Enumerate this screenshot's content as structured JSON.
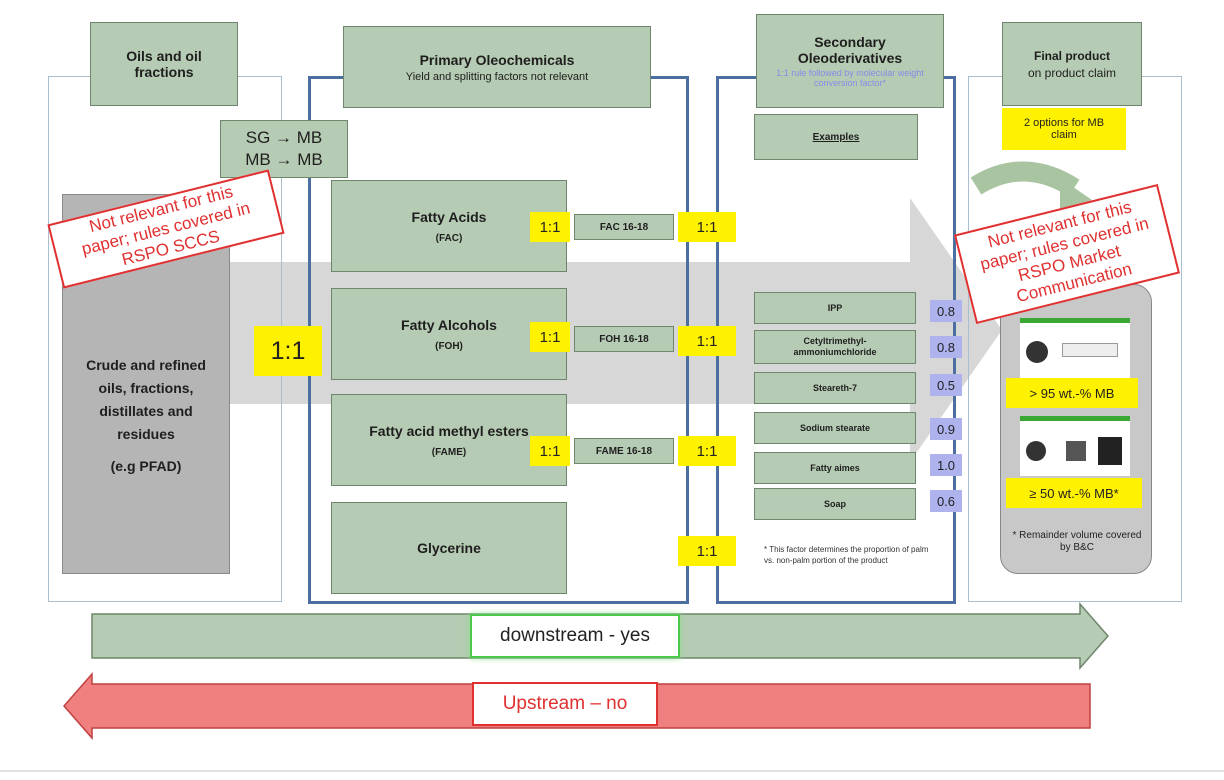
{
  "headers": {
    "oils": "Oils and oil fractions",
    "primary_title": "Primary Oleochemicals",
    "primary_sub": "Yield and splitting factors not relevant",
    "secondary_title": "Secondary Oleoderivatives",
    "secondary_sub": "1:1 rule followed by molecular weight conversion factor*",
    "final_title": "Final product",
    "final_sub": "on product claim"
  },
  "sg_mb": "SG → MB\nMB → MB",
  "not_relevant_left": "Not relevant for this paper; rules covered in RSPO SCCS",
  "not_relevant_right": "Not relevant for this paper; rules covered in RSPO Market Communication",
  "oils_box": {
    "line1": "Crude and refined oils, fractions, distillates and residues",
    "line2": "(e.g PFAD)"
  },
  "ratio_big": "1:1",
  "primary": [
    {
      "name": "Fatty Acids",
      "abbr": "(FAC)",
      "ratio_in": "1:1",
      "chain": "FAC 16-18",
      "ratio_out": "1:1"
    },
    {
      "name": "Fatty Alcohols",
      "abbr": "(FOH)",
      "ratio_in": "1:1",
      "chain": "FOH 16-18",
      "ratio_out": "1:1"
    },
    {
      "name": "Fatty acid methyl esters",
      "abbr": "(FAME)",
      "ratio_in": "1:1",
      "chain": "FAME 16-18",
      "ratio_out": "1:1"
    },
    {
      "name": "Glycerine",
      "abbr": "",
      "ratio_in": "",
      "chain": "",
      "ratio_out": "1:1"
    }
  ],
  "examples_label": "Examples",
  "secondary_items": [
    {
      "name": "IPP",
      "factor": "0.8"
    },
    {
      "name": "Cetyltrimethyl-ammoniumchloride",
      "factor": "0.8"
    },
    {
      "name": "Steareth-7",
      "factor": "0.5"
    },
    {
      "name": "Sodium stearate",
      "factor": "0.9"
    },
    {
      "name": "Fatty aimes",
      "factor": "1.0"
    },
    {
      "name": "Soap",
      "factor": "0.6"
    }
  ],
  "factor_note": "* This factor determines the proportion of palm vs. non-palm portion of the product",
  "mb_options": "2 options for MB claim",
  "claim_95": "> 95 wt.-% MB",
  "claim_50": "≥ 50 wt.-% MB*",
  "remainder_note": "* Remainder volume covered by B&C",
  "downstream": "downstream - yes",
  "upstream": "Upstream – no",
  "colors": {
    "green_box": "#b6cbb3",
    "yellow": "#fff200",
    "purple": "#aeb3ee",
    "red": "#e03030",
    "blue_border": "#4a6fa0"
  }
}
